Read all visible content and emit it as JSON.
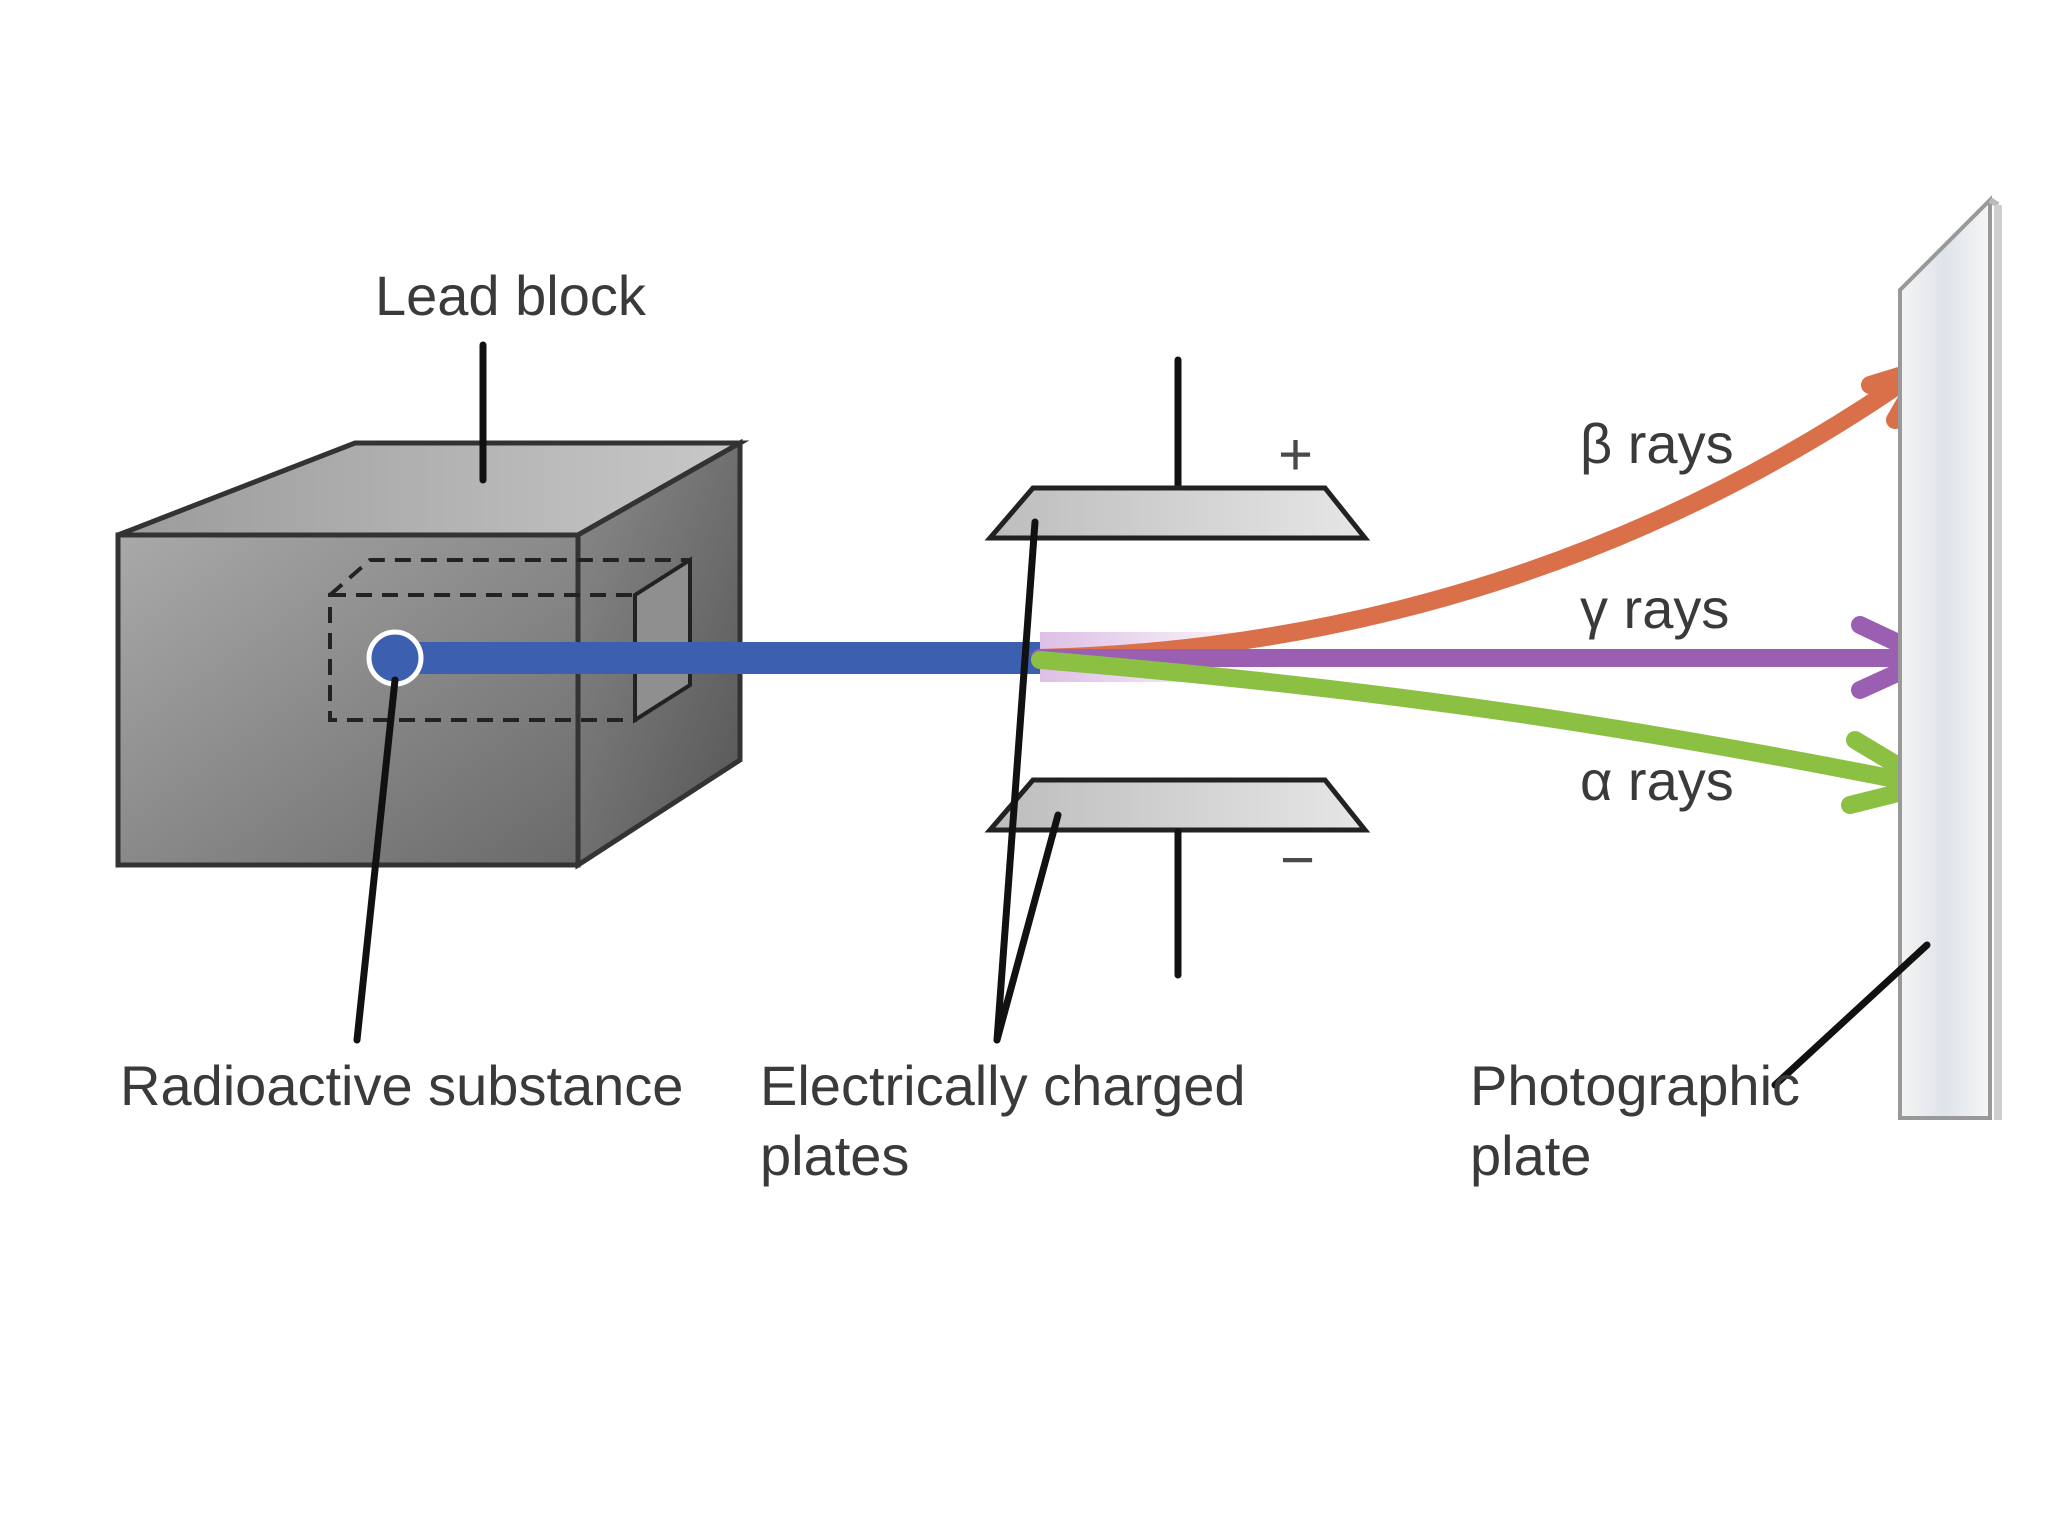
{
  "labels": {
    "lead_block": "Lead block",
    "radioactive_substance": "Radioactive substance",
    "plates_line1": "Electrically charged",
    "plates_line2": "plates",
    "photo_line1": "Photographic",
    "photo_line2": "plate",
    "beta": "β rays",
    "gamma": "γ rays",
    "alpha": "α rays",
    "plus": "+",
    "minus": "−"
  },
  "colors": {
    "beam": "#3d5fb0",
    "beta": "#d9704a",
    "gamma": "#9a5fb0",
    "alpha": "#8cc043",
    "block_front": "#8a8a8a",
    "block_top": "#b9b9b9",
    "block_side": "#6d6d6d",
    "plate_fill": "#d4d4d4",
    "photo_plate": "#e7eaee"
  }
}
